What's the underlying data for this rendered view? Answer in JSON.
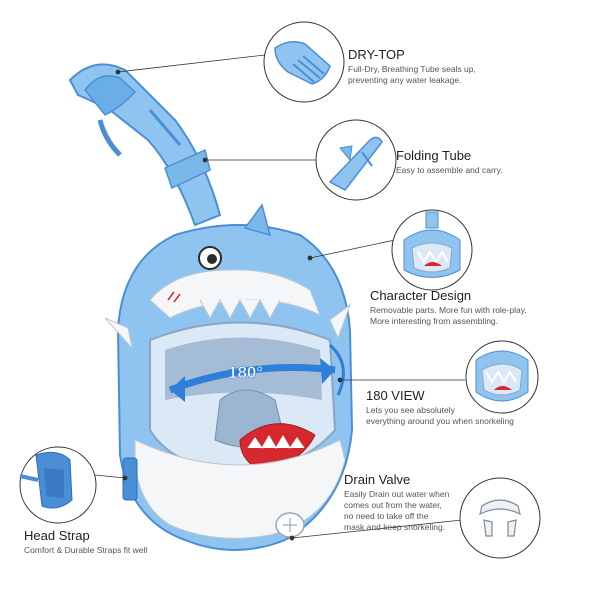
{
  "features": [
    {
      "id": "dry-top",
      "title": "DRY-TOP",
      "desc": [
        "Full-Dry, Breathing Tube seals up,",
        "preventing any water leakage."
      ],
      "icon": "dry-top-valve-icon"
    },
    {
      "id": "folding-tube",
      "title": "Folding Tube",
      "desc": [
        "Easy to assemble and carry."
      ],
      "icon": "folding-tube-icon"
    },
    {
      "id": "character-design",
      "title": "Character Design",
      "desc": [
        "Removable parts. More fun with role-play.",
        "More interesting from assembling."
      ],
      "icon": "shark-mask-icon"
    },
    {
      "id": "view-180",
      "title": "180 VIEW",
      "desc": [
        "Lets you see absolutely",
        "everything around you when snorkeling"
      ],
      "icon": "shark-mask-front-icon"
    },
    {
      "id": "drain-valve",
      "title": "Drain Valve",
      "desc": [
        "Easily Drain out water when",
        "comes out from the water,",
        "no need to take off the",
        "mask and keep snorkeling."
      ],
      "icon": "drain-valve-icon"
    },
    {
      "id": "head-strap",
      "title": "Head Strap",
      "desc": [
        "Comfort & Durable Straps fit well"
      ],
      "icon": "head-strap-icon"
    }
  ],
  "view_badge": "180°",
  "colors": {
    "mask_blue": "#8ec4ef",
    "mask_dark_blue": "#4a8fd6",
    "mask_white": "#f4f6f8",
    "mouth_red": "#d6282f",
    "arrow_blue": "#2f7fd9",
    "badge_text": "#ffffff",
    "circle_border": "#333333",
    "leader_line": "#333333"
  }
}
